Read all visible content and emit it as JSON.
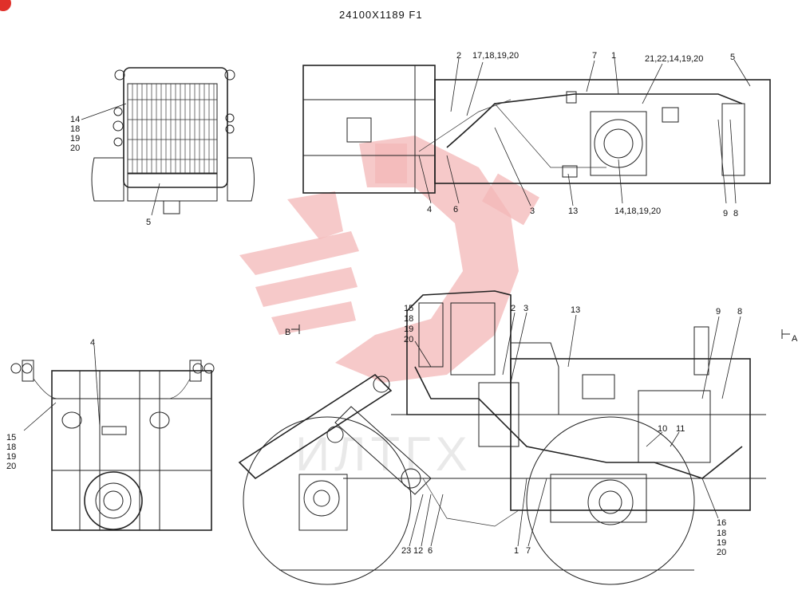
{
  "title": "24100X1189 F1",
  "colors": {
    "watermark": "#f3b7b7",
    "line": "#222222",
    "corner_badge": "#e0302a"
  },
  "watermark": {
    "text": "ИЛТГХ"
  },
  "view_markers": {
    "b": "B",
    "a": "A"
  },
  "front_view": {
    "callout_14_group": [
      "14",
      "18",
      "19",
      "20"
    ],
    "callout_5": "5"
  },
  "rear_view": {
    "callout_4": "4",
    "callout_15_group": [
      "15",
      "18",
      "19",
      "20"
    ]
  },
  "top_view": {
    "c2": "2",
    "c17": "17,18,19,20",
    "c7": "7",
    "c1": "1",
    "c21": "21,22,14,19,20",
    "c5": "5",
    "c4": "4",
    "c6": "6",
    "c3": "3",
    "c13": "13",
    "c14": "14,18,19,20",
    "c9": "9",
    "c8": "8"
  },
  "side_view": {
    "c15_group": [
      "15",
      "18",
      "19",
      "20"
    ],
    "c2": "2",
    "c3": "3",
    "c13": "13",
    "c9": "9",
    "c8": "8",
    "c10": "10",
    "c11": "11",
    "c16_group": [
      "16",
      "18",
      "19",
      "20"
    ],
    "c23": "23",
    "c12": "12",
    "c6": "6",
    "c1": "1",
    "c7": "7"
  }
}
